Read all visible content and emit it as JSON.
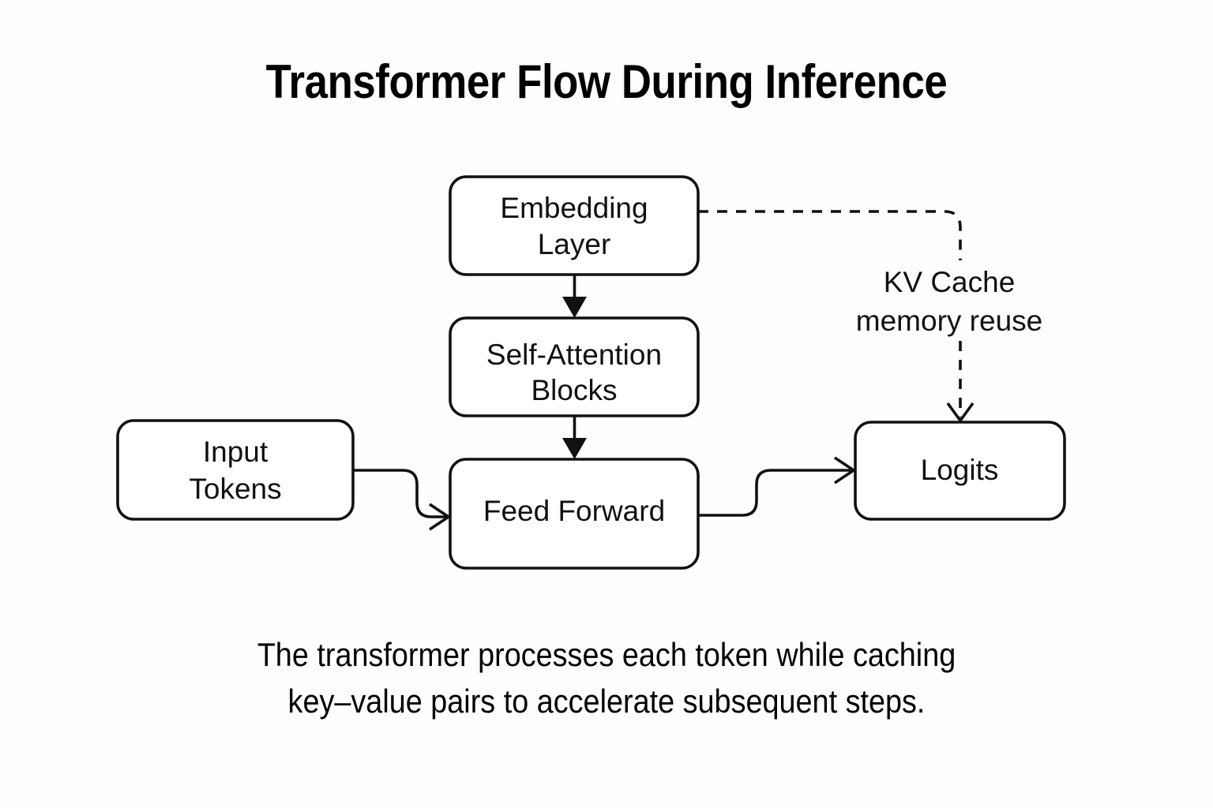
{
  "title": "Transformer Flow During Inference",
  "caption": {
    "line1": "The transformer processes each token while caching",
    "line2": "key–value pairs to accelerate subsequent steps."
  },
  "diagram": {
    "nodes": [
      {
        "id": "embedding",
        "label_line1": "Embedding",
        "label_line2": "Layer"
      },
      {
        "id": "self-attention",
        "label_line1": "Self-Attention",
        "label_line2": "Blocks"
      },
      {
        "id": "feed-forward",
        "label_line1": "Feed Forward",
        "label_line2": ""
      },
      {
        "id": "input-tokens",
        "label_line1": "Input",
        "label_line2": "Tokens"
      },
      {
        "id": "logits",
        "label_line1": "Logits",
        "label_line2": ""
      }
    ],
    "edge_label": {
      "line1": "KV Cache",
      "line2": "memory reuse"
    },
    "edges": [
      {
        "from": "embedding",
        "to": "self-attention",
        "style": "solid"
      },
      {
        "from": "self-attention",
        "to": "feed-forward",
        "style": "solid"
      },
      {
        "from": "input-tokens",
        "to": "feed-forward",
        "style": "solid"
      },
      {
        "from": "feed-forward",
        "to": "logits",
        "style": "solid"
      },
      {
        "from": "embedding",
        "to": "logits",
        "style": "dashed"
      }
    ]
  },
  "colors": {
    "background": "#fefefe",
    "stroke": "#111111",
    "node_fill": "#ffffff",
    "text": "#111111"
  }
}
